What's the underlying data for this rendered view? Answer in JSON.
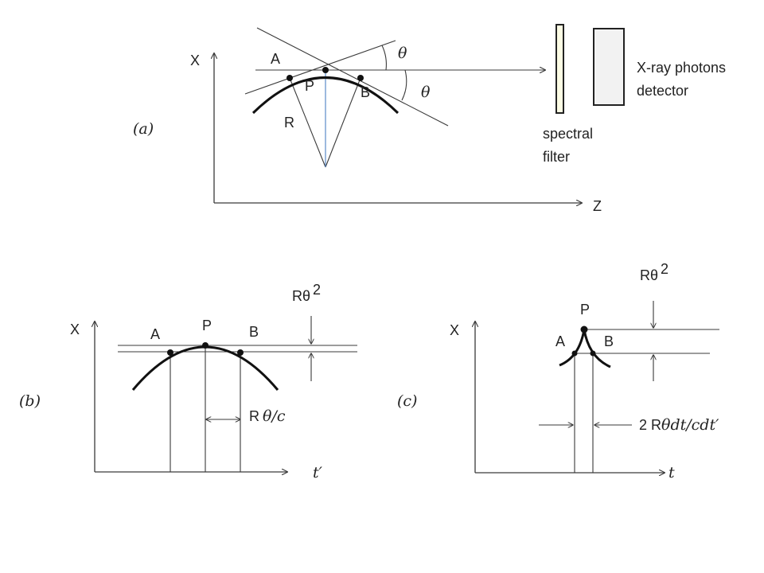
{
  "panel_a": {
    "tag": "(a)",
    "axis_x": "X",
    "axis_z": "Z",
    "point_a": "A",
    "point_p": "P",
    "point_b": "B",
    "radius": "R",
    "angle_upper": "θ",
    "angle_lower": "θ",
    "filter_line1": "spectral",
    "filter_line2": "filter",
    "detector_line1": "X-ray photons",
    "detector_line2": "detector"
  },
  "panel_b": {
    "tag": "(b)",
    "axis_x": "X",
    "axis_t": "t′",
    "point_a": "A",
    "point_p": "P",
    "point_b": "B",
    "height_main": "Rθ",
    "height_exp": "2",
    "width_r": "R",
    "width_expr": "θ/c"
  },
  "panel_c": {
    "tag": "(c)",
    "axis_x": "X",
    "axis_t": "t",
    "point_a": "A",
    "point_p": "P",
    "point_b": "B",
    "height_main": "Rθ",
    "height_exp": "2",
    "width_coef": "2",
    "width_r": "R",
    "width_expr": "θdt/cdt′"
  }
}
